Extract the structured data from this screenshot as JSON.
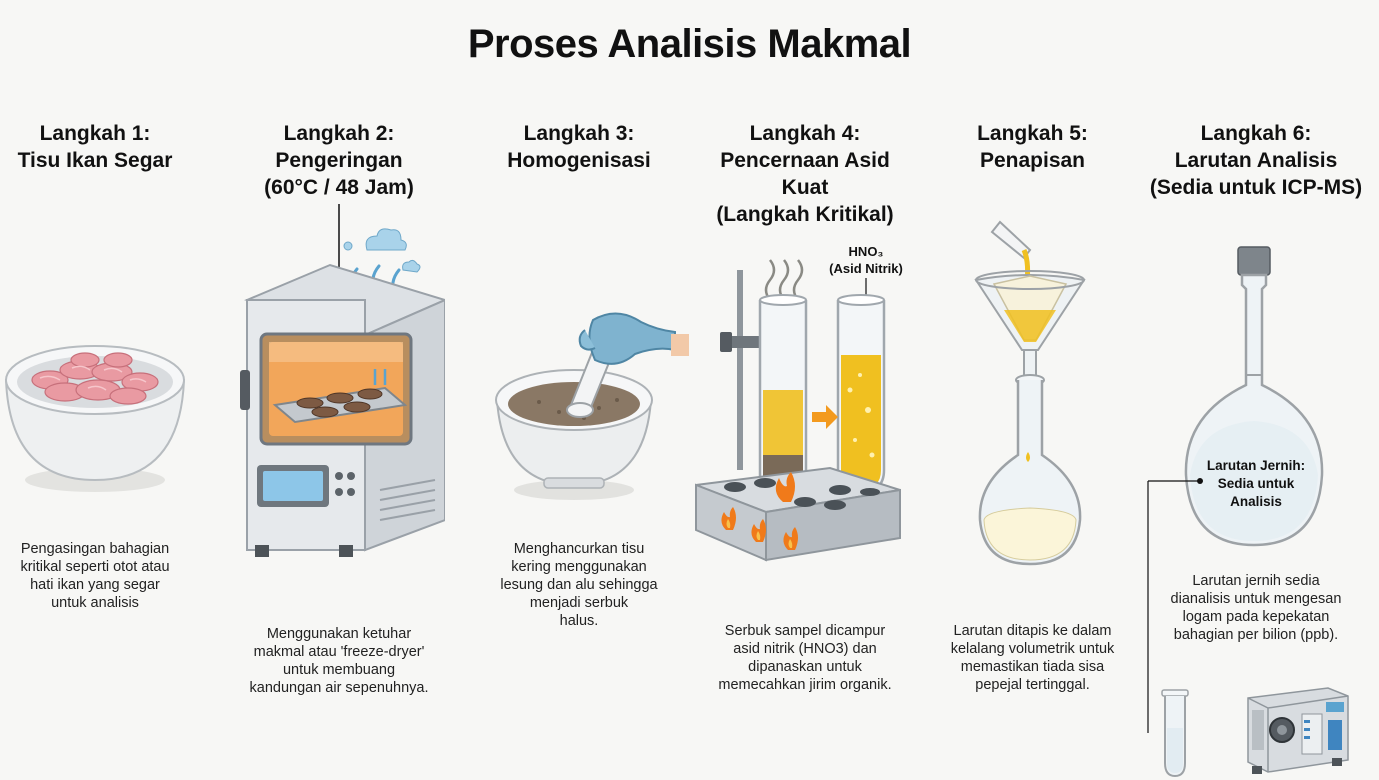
{
  "title": "Proses Analisis Makmal",
  "steps": [
    {
      "title": "Langkah 1:\nTisu Ikan Segar",
      "description": "Pengasingan bahagian\nkritikal seperti otot atau\nhati ikan yang segar\nuntuk analisis"
    },
    {
      "title": "Langkah 2:\nPengeringan\n(60°C / 48 Jam)",
      "description": "Menggunakan ketuhar\nmakmal atau 'freeze-dryer'\nuntuk membuang\nkandungan air sepenuhnya."
    },
    {
      "title": "Langkah 3:\nHomogenisasi",
      "description": "Menghancurkan tisu\nkering menggunakan\nlesung dan alu sehingga\nmenjadi serbuk\nhalus."
    },
    {
      "title": "Langkah 4:\nPencernaan Asid\nKuat\n(Langkah Kritikal)",
      "description": "Serbuk sampel dicampur\nasid nitrik (HNO3) dan\ndipanaskan untuk\nmemecahkan jirim organik."
    },
    {
      "title": "Langkah 5:\nPenapisan",
      "description": "Larutan ditapis ke dalam\nkelalang volumetrik untuk\nmemastikan tiada sisa\npepejal tertinggal."
    },
    {
      "title": "Langkah 6:\nLarutan Analisis\n(Sedia untuk ICP-MS)",
      "description": "Larutan jernih sedia\ndianalisis untuk mengesan\nlogam pada kepekatan\nbahagian per bilion (ppb)."
    }
  ],
  "labels": {
    "acid_formula": "HNO₃",
    "acid_name": "(Asid Nitrik)",
    "clear_solution_line1": "Larutan Jernih:",
    "clear_solution_line2": "Sedia untuk",
    "clear_solution_line3": "Analisis"
  },
  "colors": {
    "flesh": "#e99aa2",
    "acid": "#f0c020",
    "glove": "#7fb3cf",
    "flame": "#f07a1a",
    "steel": "#c9ced4",
    "powder": "#7a6a58"
  }
}
